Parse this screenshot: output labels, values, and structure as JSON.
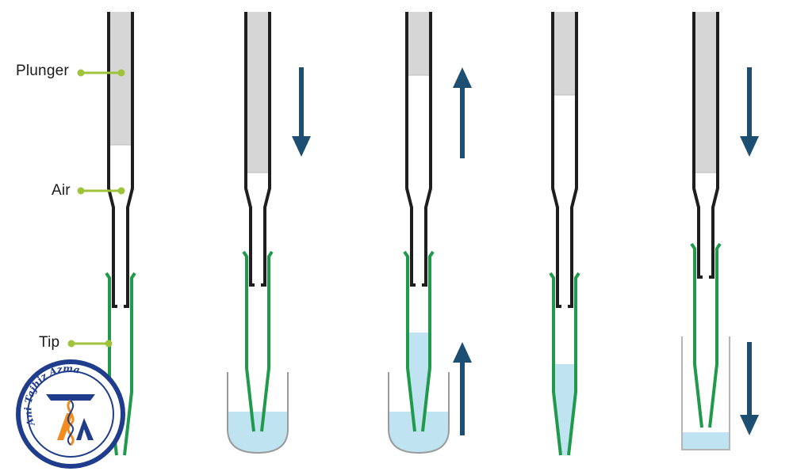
{
  "labels": {
    "plunger": "Plunger",
    "air": "Air",
    "tip": "Tip"
  },
  "logo": {
    "text": "Ani Tajhiz Azma",
    "monogram": "ATA"
  },
  "colors": {
    "tube_outline": "#1e1e1e",
    "plunger_fill": "#d6d6d6",
    "tip_green": "#1f9a4a",
    "liquid": "#bfe3f0",
    "arrow": "#1d4f73",
    "label_dot": "#9fc33b",
    "logo_blue": "#1f3d8c",
    "logo_orange": "#f28c1e"
  },
  "steps": [
    {
      "plunger_level": 0.0,
      "arrow_top": "none",
      "arrow_bottom": "none",
      "vessel": "none",
      "tip_liquid": 0.0
    },
    {
      "plunger_level": 0.15,
      "arrow_top": "down",
      "arrow_bottom": "none",
      "vessel": "beaker",
      "tip_liquid": 0.0
    },
    {
      "plunger_level": -0.5,
      "arrow_top": "up",
      "arrow_bottom": "up",
      "vessel": "beaker",
      "tip_liquid": 0.55
    },
    {
      "plunger_level": -0.4,
      "arrow_top": "none",
      "arrow_bottom": "none",
      "vessel": "none",
      "tip_liquid": 0.5
    },
    {
      "plunger_level": 0.15,
      "arrow_top": "down",
      "arrow_bottom": "down",
      "vessel": "cup",
      "tip_liquid": 0.0
    }
  ]
}
